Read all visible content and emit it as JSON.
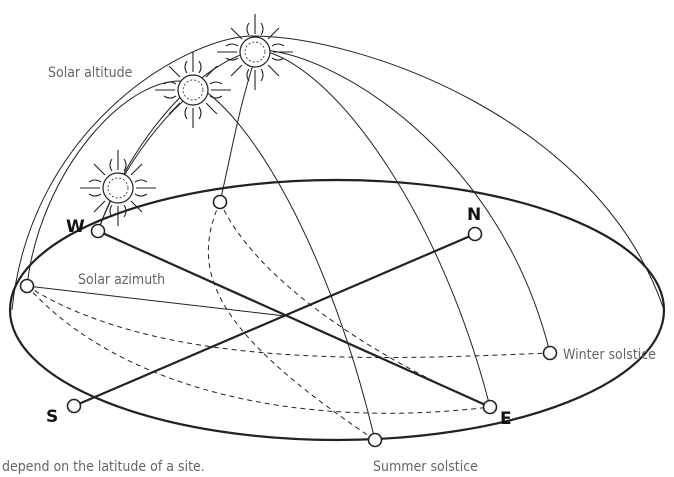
{
  "labels": {
    "solar_altitude": "Solar altitude",
    "solar_azimuth": "Solar azimuth",
    "winter_solstice": "Winter solstice",
    "summer_solstice": "Summer solstice",
    "caption": "depend on the latitude of a site."
  },
  "cardinal": {
    "west": "W",
    "north": "N",
    "south": "S",
    "east": "E"
  },
  "colors": {
    "line": "#222222",
    "label": "#666666"
  }
}
